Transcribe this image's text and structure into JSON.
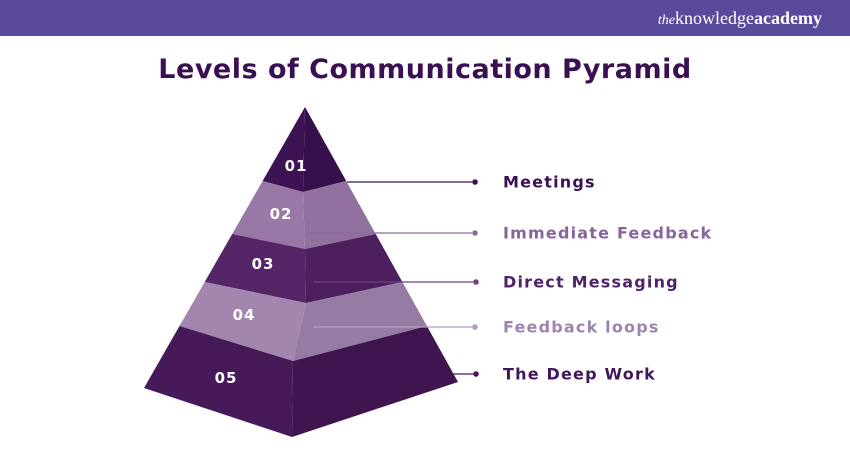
{
  "header": {
    "bar_color": "#5b4a9c",
    "logo": {
      "the": "the",
      "knowledge": "knowledge",
      "academy": "academy"
    }
  },
  "title": "Levels of Communication Pyramid",
  "title_color": "#3b1053",
  "pyramid": {
    "levels": [
      {
        "number": "01",
        "label": "Meetings",
        "band_left": "#3d1354",
        "band_right": "#360f4b",
        "label_color": "#3b1053",
        "line_color": "#3b1053"
      },
      {
        "number": "02",
        "label": "Immediate Feedback",
        "band_left": "#9a78a6",
        "band_right": "#91719d",
        "label_color": "#85659b",
        "line_color": "#8a6ba0"
      },
      {
        "number": "03",
        "label": "Direct Messaging",
        "band_left": "#552567",
        "band_right": "#4d1f5e",
        "label_color": "#4f2365",
        "line_color": "#6a4482"
      },
      {
        "number": "04",
        "label": "Feedback loops",
        "band_left": "#a286ae",
        "band_right": "#967ca4",
        "label_color": "#9d84b0",
        "line_color": "#b29bc2"
      },
      {
        "number": "05",
        "label": "The Deep Work",
        "band_left": "#461a58",
        "band_right": "#3f154f",
        "label_color": "#42175a",
        "line_color": "#42175a"
      }
    ]
  }
}
